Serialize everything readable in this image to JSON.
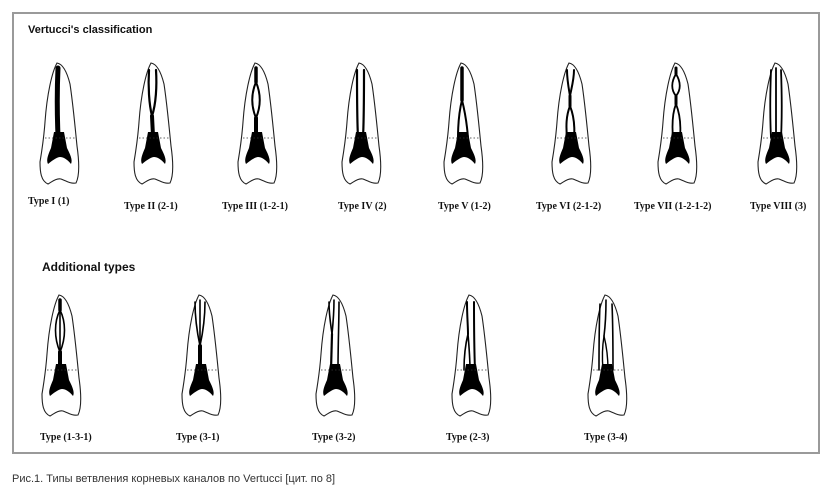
{
  "figure": {
    "title": "Vertucci's classification",
    "additional_title": "Additional types",
    "caption": "Рис.1. Типы ветвления корневых каналов по Vertucci [цит. по 8]"
  },
  "vertucci_types": [
    {
      "label": "Type I (1)",
      "channels": "1"
    },
    {
      "label": "Type II (2-1)",
      "channels": "2-1"
    },
    {
      "label": "Type III (1-2-1)",
      "channels": "1-2-1"
    },
    {
      "label": "Type IV (2)",
      "channels": "2"
    },
    {
      "label": "Type V (1-2)",
      "channels": "1-2"
    },
    {
      "label": "Type VI (2-1-2)",
      "channels": "2-1-2"
    },
    {
      "label": "Type VII (1-2-1-2)",
      "channels": "1-2-1-2"
    },
    {
      "label": "Type VIII (3)",
      "channels": "3"
    }
  ],
  "additional_types": [
    {
      "label": "Type  (1-3-1)",
      "channels": "1-3-1"
    },
    {
      "label": "Type  (3-1)",
      "channels": "3-1"
    },
    {
      "label": "Type  (3-2)",
      "channels": "3-2"
    },
    {
      "label": "Type  (2-3)",
      "channels": "2-3"
    },
    {
      "label": "Type  (3-4)",
      "channels": "3-4"
    }
  ]
}
